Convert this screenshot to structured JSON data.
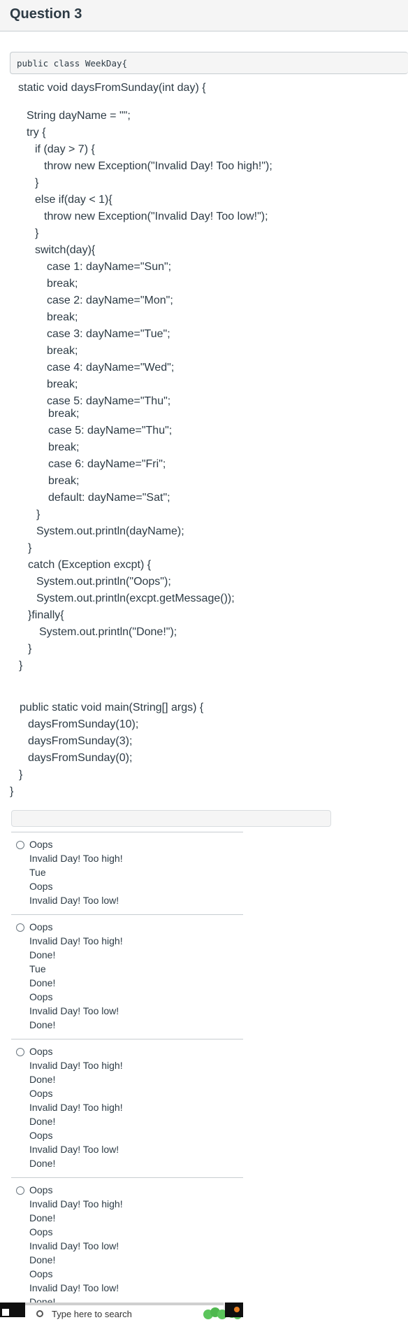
{
  "header": {
    "title": "Question 3"
  },
  "code": {
    "first_line": "public class WeekDay{",
    "lines": [
      "static void daysFromSunday(int day) {",
      "String dayName = \"\";",
      "try {",
      "if (day > 7) {",
      "throw new Exception(\"Invalid Day! Too high!\");",
      "}",
      "else if(day < 1){",
      "throw new Exception(\"Invalid Day! Too low!\");",
      "}",
      "switch(day){",
      "case 1: dayName=\"Sun\";",
      "break;",
      "case 2: dayName=\"Mon\";",
      "break;",
      "case 3: dayName=\"Tue\";",
      "break;",
      "case 4: dayName=\"Wed\";",
      "break;",
      "case 5: dayName=\"Thu\";",
      "break;",
      "case 5: dayName=\"Thu\";",
      "break;",
      "case 6: dayName=\"Fri\";",
      "break;",
      "default: dayName=\"Sat\";",
      "}",
      "System.out.println(dayName);",
      "}",
      "catch (Exception excpt) {",
      "System.out.println(\"Oops\");",
      "System.out.println(excpt.getMessage());",
      "}finally{",
      "System.out.println(\"Done!\");",
      "}",
      "}",
      "public static void main(String[] args) {",
      "daysFromSunday(10);",
      "daysFromSunday(3);",
      "daysFromSunday(0);",
      "}",
      "}"
    ]
  },
  "options": [
    {
      "lines": [
        "Oops",
        "Invalid Day! Too high!",
        "Tue",
        "Oops",
        "Invalid Day! Too low!"
      ]
    },
    {
      "lines": [
        "Oops",
        "Invalid Day! Too high!",
        "Done!",
        "Tue",
        "Done!",
        "Oops",
        "Invalid Day! Too low!",
        "Done!"
      ]
    },
    {
      "lines": [
        "Oops",
        "Invalid Day! Too high!",
        "Done!",
        "Oops",
        "Invalid Day! Too high!",
        "Done!",
        "Oops",
        "Invalid Day! Too low!",
        "Done!"
      ]
    },
    {
      "lines": [
        "Oops",
        "Invalid Day! Too high!",
        "Done!",
        "Oops",
        "Invalid Day! Too low!",
        "Done!",
        "Oops",
        "Invalid Day! Too low!",
        "Done!"
      ]
    }
  ],
  "taskbar": {
    "search_placeholder": "Type here to search"
  },
  "colors": {
    "text": "#2d3b45",
    "border": "#c7cdd1",
    "panel": "#f5f5f5"
  }
}
